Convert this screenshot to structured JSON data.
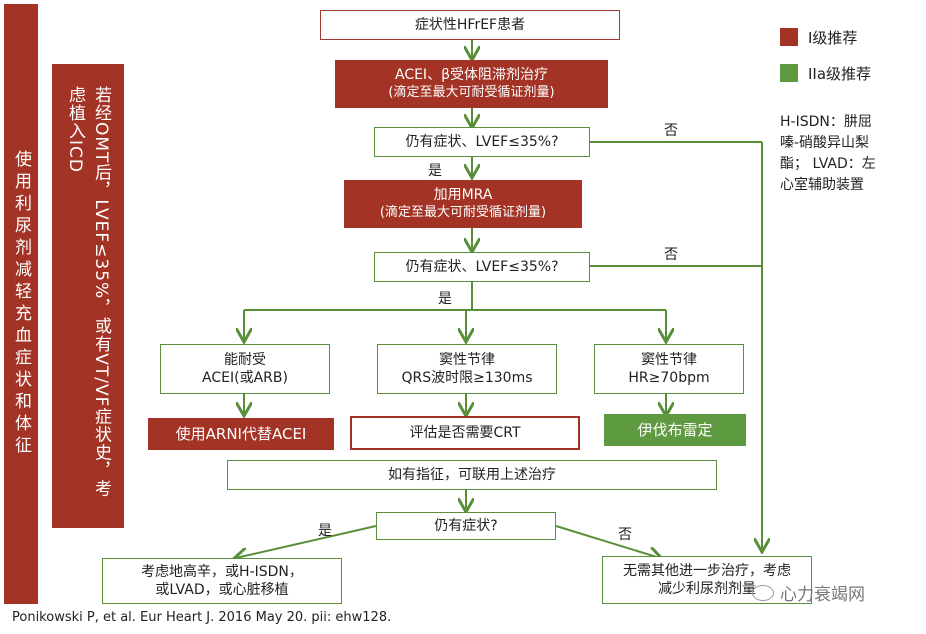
{
  "left_bar": {
    "text": "使用利尿剂减轻充血症状和体征"
  },
  "icd_bar": {
    "text": "若经OMT后，LVEF≤35%，或有VT/VF症状史，考虑植入ICD"
  },
  "flow": {
    "start": "症状性HFrEF患者",
    "step1": [
      "ACEI、β受体阻滞剂治疗",
      "(滴定至最大可耐受循证剂量)"
    ],
    "q1": "仍有症状、LVEF≤35%?",
    "step2": [
      "加用MRA",
      "(滴定至最大可耐受循证剂量)"
    ],
    "q2": "仍有症状、LVEF≤35%?",
    "opt_a": [
      "能耐受",
      "ACEI(或ARB)"
    ],
    "opt_b": [
      "窦性节律",
      "QRS波时限≥130ms"
    ],
    "opt_c": [
      "窦性节律",
      "HR≥70bpm"
    ],
    "act_a": "使用ARNI代替ACEI",
    "act_b": "评估是否需要CRT",
    "act_c": "伊伐布雷定",
    "combine": "如有指征，可联用上述治疗",
    "q3": "仍有症状?",
    "end_yes": [
      "考虑地高辛，或H-ISDN，",
      "或LVAD，或心脏移植"
    ],
    "end_no": [
      "无需其他进一步治疗，考虑",
      "减少利尿剂剂量"
    ],
    "yes": "是",
    "no": "否"
  },
  "legend": {
    "items": [
      {
        "label": "I级推荐",
        "color": "#a33325"
      },
      {
        "label": "IIa级推荐",
        "color": "#5e9a3f"
      }
    ],
    "note": [
      "H-ISDN：肼屈",
      "嗪-硝酸异山梨",
      "酯； LVAD：左",
      "心室辅助装置"
    ]
  },
  "citation": "Ponikowski P, et al. Eur Heart J. 2016 May 20. pii: ehw128.",
  "watermark": "心力衰竭网"
}
